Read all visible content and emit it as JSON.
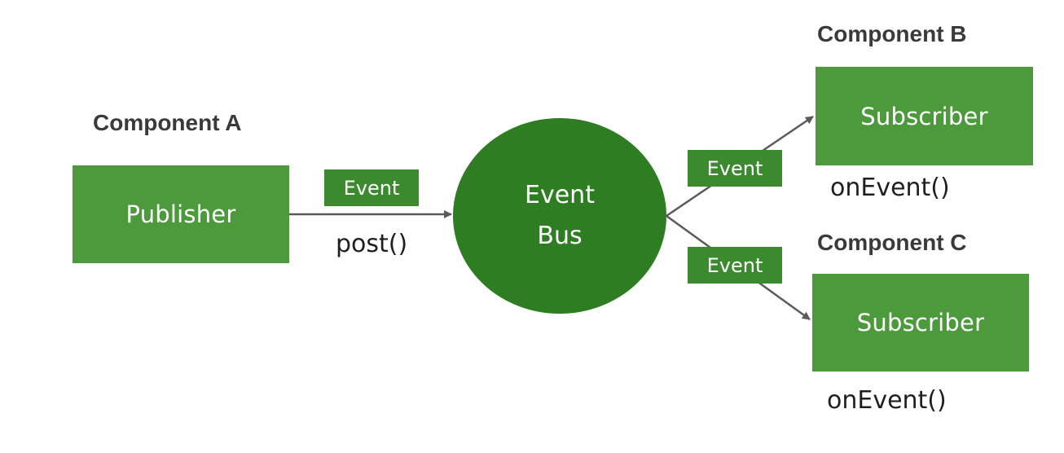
{
  "component_a": {
    "title": "Component A",
    "box_label": "Publisher",
    "method": "post()"
  },
  "component_b": {
    "title": "Component B",
    "box_label": "Subscriber",
    "method": "onEvent()"
  },
  "component_c": {
    "title": "Component C",
    "box_label": "Subscriber",
    "method": "onEvent()"
  },
  "event_bus": {
    "line1": "Event",
    "line2": "Bus"
  },
  "event_tags": {
    "publish": "Event",
    "to_b": "Event",
    "to_c": "Event"
  },
  "colors": {
    "box": "#4c9a3c",
    "tag": "#3b8a2e",
    "bus": "#2f7d22",
    "arrow": "#5a5a5a"
  }
}
